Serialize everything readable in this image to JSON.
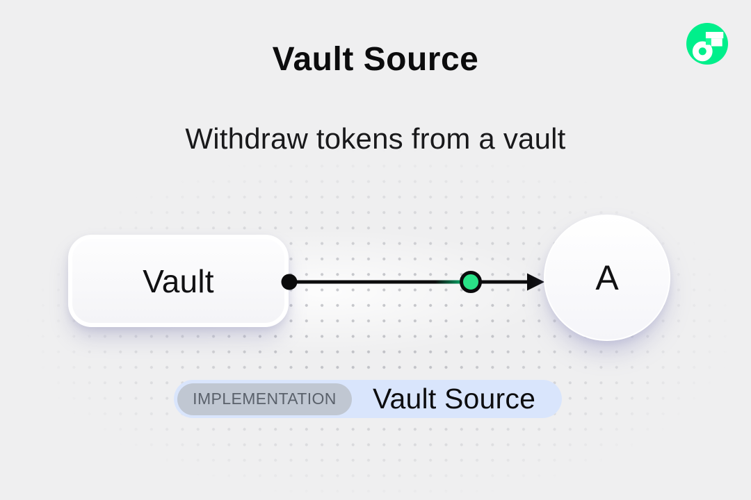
{
  "header": {
    "title": "Vault Source",
    "subtitle": "Withdraw tokens from a vault"
  },
  "logo": {
    "icon": "flow-logo-icon",
    "brand_green": "#00ef8b",
    "accent_green": "#16ff99"
  },
  "diagram": {
    "source_node": {
      "label": "Vault"
    },
    "target_node": {
      "label": "A"
    },
    "connector": {
      "direction": "left-to-right",
      "line_color": "#0b0b0c",
      "token_color": "#29e287"
    }
  },
  "badge": {
    "tag": "IMPLEMENTATION",
    "label": "Vault Source",
    "bg": "#d9e5fc",
    "tag_bg": "#c0c7d2",
    "tag_text_color": "#5a616b"
  },
  "colors": {
    "background": "#efeff0",
    "dot_grid": "#94969e"
  }
}
